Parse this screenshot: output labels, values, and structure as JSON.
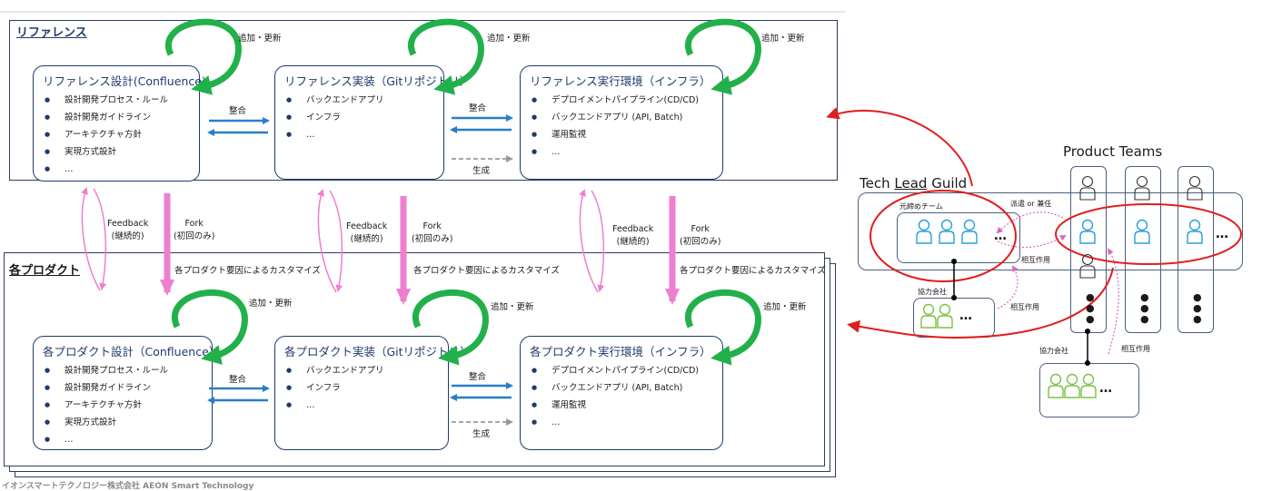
{
  "reference": {
    "section_title": "リファレンス",
    "design": {
      "title": "リファレンス設計(Confluence)",
      "items": [
        "設計開発プロセス・ルール",
        "設計開発ガイドライン",
        "アーキテクチャ方針",
        "実現方式設計",
        "…"
      ]
    },
    "impl": {
      "title": "リファレンス実装（Gitリポジトリ）",
      "items": [
        "バックエンドアプリ",
        "インフラ",
        "…"
      ]
    },
    "env": {
      "title": "リファレンス実行環境（インフラ）",
      "items": [
        "デプロイメントパイプライン(CD/CD)",
        "バックエンドアプリ (API, Batch)",
        "運用監視",
        "…"
      ]
    }
  },
  "product": {
    "section_title": "各プロダクト",
    "design": {
      "title": "各プロダクト設計（Confluence）",
      "items": [
        "設計開発プロセス・ルール",
        "設計開発ガイドライン",
        "アーキテクチャ方針",
        "実現方式設計",
        "…"
      ]
    },
    "impl": {
      "title": "各プロダクト実装（Gitリポジトリ）",
      "items": [
        "バックエンドアプリ",
        "インフラ",
        "…"
      ]
    },
    "env": {
      "title": "各プロダクト実行環境（インフラ）",
      "items": [
        "デプロイメントパイプライン(CD/CD)",
        "バックエンドアプリ (API, Batch)",
        "運用監視",
        "…"
      ]
    }
  },
  "labels": {
    "add_update": "追加・更新",
    "align": "整合",
    "generate": "生成",
    "feedback": "Feedback",
    "feedback_sub": "(継続的)",
    "fork": "Fork",
    "fork_sub": "(初回のみ)",
    "customize": "各プロダクト要因によるカスタマイズ"
  },
  "right": {
    "product_teams": "Product Teams",
    "guild_pre": "Tech ",
    "guild_lead": "Lead",
    "guild_post": " Guild",
    "guild_inner": "元締めチーム",
    "dispatch": "派遣 or 兼任",
    "interaction": "相互作用",
    "partner": "協力会社",
    "ellipsis": "…"
  },
  "footer": "イオンスマートテクノロジー株式会社  AEON Smart Technology",
  "colors": {
    "navy": "#1f3a6e",
    "blue_arrow": "#2a7ec6",
    "green": "#22b04b",
    "pink": "#ee7fd0",
    "red": "#e01e1e",
    "person_blue": "#2a9fd8",
    "person_green": "#7dc242"
  }
}
